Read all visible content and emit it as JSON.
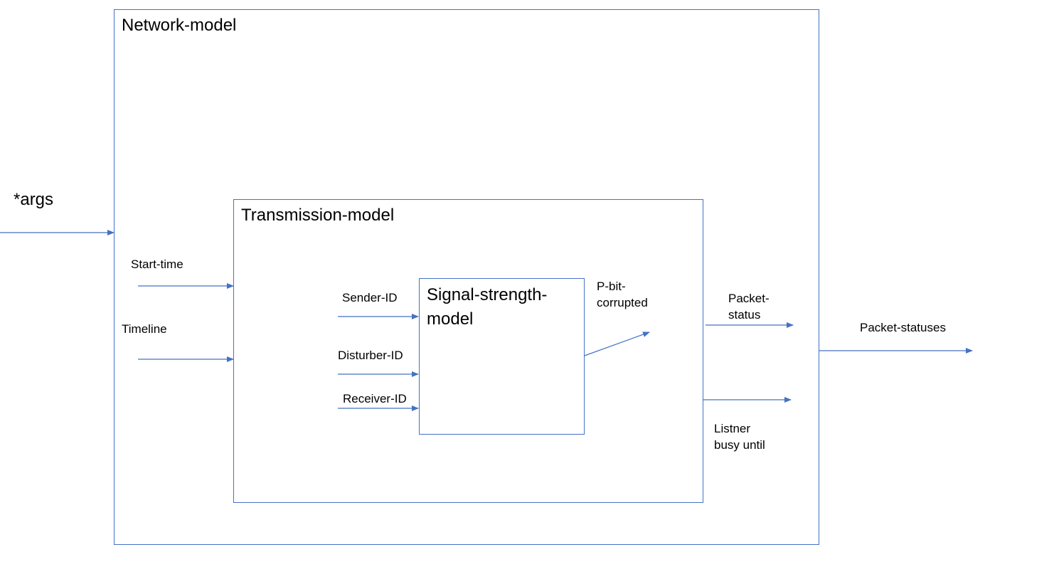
{
  "network_model": {
    "title": "Network-model"
  },
  "transmission_model": {
    "title": "Transmission-model"
  },
  "signal_strength_model": {
    "title": "Signal-strength-model"
  },
  "inputs": {
    "args": "*args",
    "start_time": "Start-time",
    "timeline": "Timeline",
    "sender_id": "Sender-ID",
    "disturber_id": "Disturber-ID",
    "receiver_id": "Receiver-ID"
  },
  "outputs": {
    "p_bit_corrupted": "P-bit-corrupted",
    "packet_status": "Packet-status",
    "listener_busy_until": "Listner busy until",
    "packet_statuses": "Packet-statuses"
  },
  "colors": {
    "line": "#4472c4",
    "text": "#000000",
    "background": "#ffffff"
  }
}
